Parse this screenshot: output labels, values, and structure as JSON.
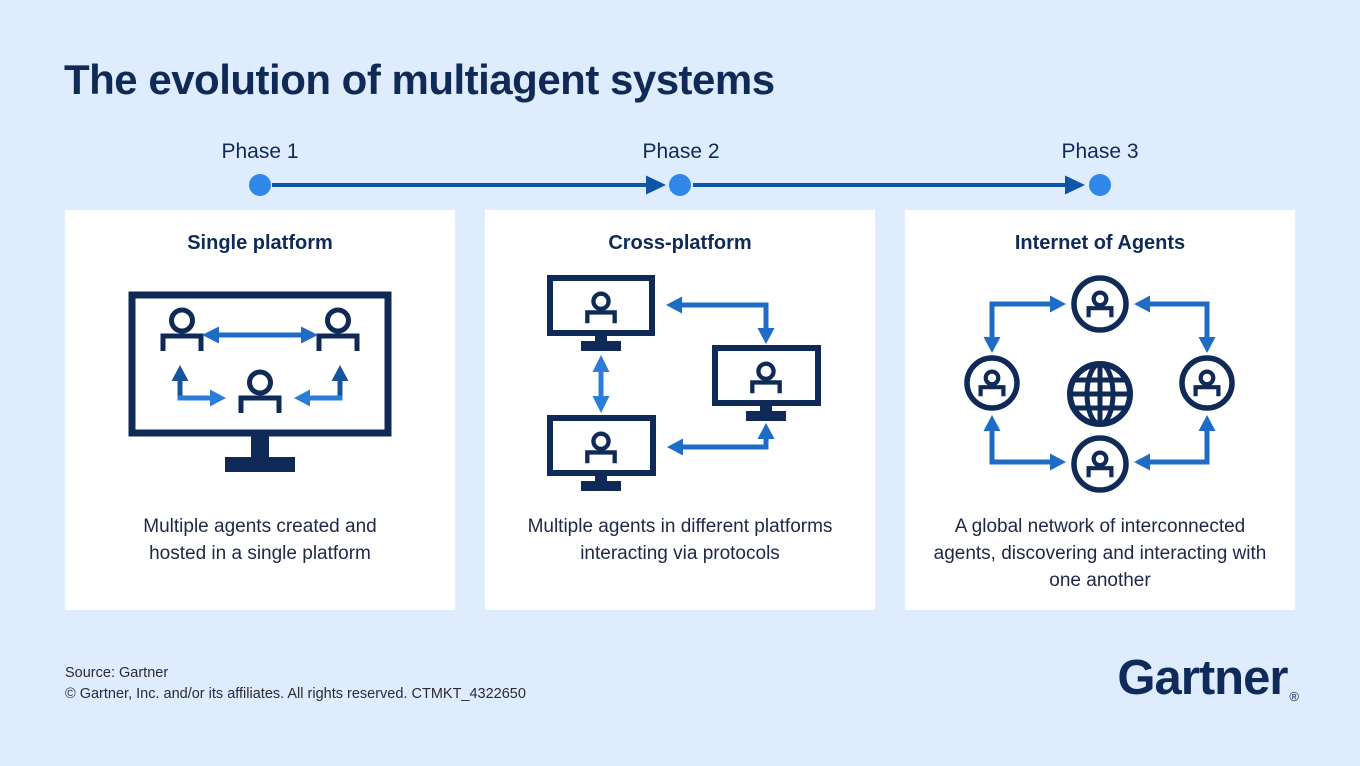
{
  "page": {
    "title": "The evolution of multiagent systems"
  },
  "timeline": {
    "phases": [
      {
        "label": "Phase 1"
      },
      {
        "label": "Phase 2"
      },
      {
        "label": "Phase 3"
      }
    ]
  },
  "cards": [
    {
      "title": "Single platform",
      "description": "Multiple agents created and hosted in a single platform",
      "icon": "monitor-with-three-agents-icon"
    },
    {
      "title": "Cross-platform",
      "description": "Multiple agents in different platforms interacting via protocols",
      "icon": "three-monitors-connected-by-arrows-icon"
    },
    {
      "title": "Internet of Agents",
      "description": "A global network of interconnected agents, discovering and interacting with one another",
      "icon": "globe-surrounded-by-agents-icon"
    }
  ],
  "footer": {
    "source_line": "Source: Gartner",
    "copyright_line": "© Gartner, Inc. and/or its affiliates. All rights reserved. CTMKT_4322650",
    "logo_text": "Gartner",
    "logo_registered_mark": "®"
  },
  "colors": {
    "background": "#dfecfd",
    "card_background": "#ffffff",
    "navy": "#0f2a56",
    "text_dark": "#1e2747",
    "arrow_blue": "#1f6cc7",
    "arrow_blue_bright": "#2c7cd9",
    "arrow_blue_dark": "#17549e",
    "timeline_line": "#0d55a6",
    "dot_blue": "#2e87e9",
    "footer_text": "#2b2b33",
    "logo_navy": "#0e2b5c"
  }
}
